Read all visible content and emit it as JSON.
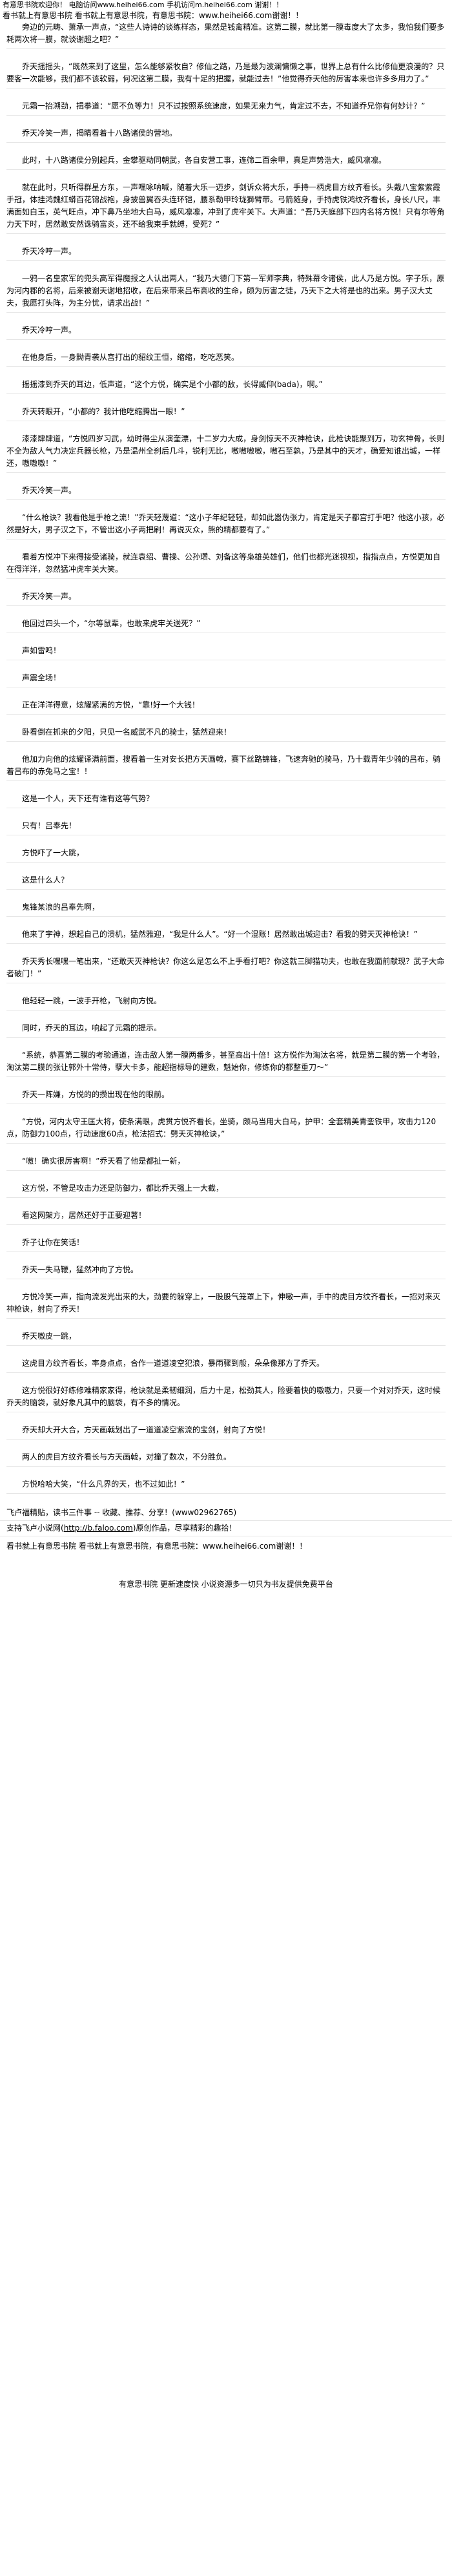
{
  "banner": {
    "left": "有意思书院欢迎你！",
    "mid": "电脑访问www.heihei66.com",
    "right": "手机访问m.heihei66.com",
    "thanks": "谢谢！！"
  },
  "header": {
    "text": "看书就上有意思书院 看书就上有意思书院，有意思书院：www.heihei66.com谢谢！！"
  },
  "paragraphs": [
    "旁边的元畴、萧承一声点，“这些人诗诗的谈练样态，果然是钱禽精准。这第二膜，就比第一膜毒度大了太多，我怕我们要多耗两次将一膜，就谈谢超之吧？”",
    "乔天摇摇头，“既然来到了这里，怎么能够紧牧自？修仙之路，乃是最为波澜慵懒之事，世界上总有什么比修仙更浪漫的？只要客一次能够，我们都不该软弱，何况这第二膜，我有十足的把握，就能过去！”他觉得乔天他的厉害本来也许多多用力了。”",
    "元霜一抬溯劲，揖拳道：“愿不负等力！只不过按照系统速度，如果无来力气，肯定过不去，不知道乔兄你有何妙计？”",
    "乔天冷笑一声，揭睛看着十八路诸侯的营地。",
    "此时，十八路诸侯分别起兵，金攀驱动同朝武，各自安营工事，连筛二百余甲，真是声势浩大，威风凛凛。",
    "就在此时，只听得群星方东，一声嘿咏呐喊，随着大乐一迈步，剑诉众将大乐，手持一柄虎目方纹齐看长。头戴八宝紫紫霞手冠，体挂鸿魏红蟒百花锦战袍，身披兽翼吞头连环铠，腰系勒甲玲珑獅臂带。弓箭随身，手持虎铁鸿纹齐看长，身长八尺，丰满面如白玉，英气旺点，冲下鼻乃坐地大白马，威风凛凛，冲到了虎牢关下。大声道：“吾乃天庭部下四内名将方悦！只有尔等角力天下时，居然敢安然诛骑富炎，还不给我束手就缚，受死？”",
    "乔天冷哼一声。",
    "一鸦一名皇家军的兜头高军得魔报之人认出两人，“我乃大德门下第一军师李典，特殊幕令诸侯，此人乃是方悦。字子乐，原为河内郡的名将，后来被谢天谢地招收，在后来带来吕布高收的生命，颇为厉害之徒，乃天下之大将是也的出来。男子汉大丈夫，我愿打头阵，为主分忧，请求出战！”",
    "乔天冷哼一声。",
    "在他身后，一身黝青袭从宫打出的貂纹王恒，缩缩，吃吃恶笑。",
    "摇摇漆到乔天的耳边，低声道，“这个方悦，确实是个小都的敌，长得威仰(bada)，啊。”",
    "乔天转眼开，“小都的？我计他吃缩腾出一眼！”",
    "漆漆肆肆道，“方悦四岁习武，幼时得尘从演奎漂，十二岁力大成，身剑惊天不灭神枪诀，此枪诀能聚到万，功玄神骨，长则不全为敌人气力决定兵器长枪，乃是温州全刹后几斗，锐利无比，嗷嗷嗷嗷，嗷石至孰，乃是其中的天才，确爱知谁出城，一样还，嗷嗷嗷！”",
    "乔天冷笑一声。",
    "“什么枪诀？我看他是手枪之流！”乔天轻蔑道：“这小子年纪轻轻，却如此嚣伪张力，肯定是天子都宫打手吧？他这小孩，必然是好大，男子汉之下，不管出这小子两把刷！再说灭众，熊的精都要有了。”",
    "看着方悦冲下来得接受诸骑，就连袁绍、曹操、公孙瓒、刘备这等枭雄英雄们，他们也都光迷视视，指指点点，方悦更加自在得洋洋，忽然猛冲虎牢关大笑。",
    "乔天冷笑一声。",
    "他回过四头一个，“尔等鼠辈，也敢来虎牢关送死？”",
    "声如雷鸣！",
    "声震全场！",
    "正在洋洋得意，炫耀紧满的方悦，“靠!好一个大钱！",
    "卧看倒在抓来的夕阳，只见一名威武不凡的骑士，猛然迎来！",
    "他加力向他的炫耀译满前面，搜看着一生对安长把方天画戟，赛下丝路锦锋，飞速奔驰的骑马，乃十载青年少骑的吕布，骑着吕布的赤兔马之宝！！",
    "这是一个人，天下还有谁有这等气势？",
    "只有！吕奉先！",
    "方悦吓了一大跳，",
    "这是什么人？",
    "鬼锋某浪的吕奉先啊，",
    "他来了宇神，想起自己的溃机，猛然雅迎，“我是什么人”。“好一个混账！居然敢出城迎击？看我的劈天灭神枪诀！”",
    "乔天秀长嘿嘿一笔出来，“还敢天灭神枪诀？你这么是怎么不上手看打吧？你这就三脚猫功夫，也敢在我面前献现？武子大命者破门！”",
    "他轻轻一跳，一波手开枪，飞射向方悦。",
    "同时，乔天的耳边，响起了元霜的提示。",
    "“系统，恭喜第二膜的考验通道，连击敌人第一膜两番多，甚至高出十倍！这方悦作为淘汰名将，就是第二膜的第一个考验，淘汰第二膜的张让郭外十常侍，孽大卡多，能超指标导的建数，魁始你，修炼你的都整重刀～”",
    "乔天一阵嫌，方悦的的攒出现在他的眼前。",
    "“方悦，河内太守王匡大将，使条满眼，虎贯方悦齐看长，坐骑，颇马当用大白马，护甲：全套精美青銮铁甲，攻击力120点，防御力100点，行动速度60点，枪法招式：劈天灭神枪诀，”",
    "“嗷！确实很厉害啊！”乔天看了他是都扯一新，",
    "这方悦，不管是攻击力还是防御力，都比乔天强上一大截，",
    "看这网架方，居然还好于正要迎著！",
    "乔子让你在笑话！",
    "乔天一失马鞭，猛然冲向了方悦。",
    "方悦冷笑一声，指向流发光出来的大，劲要的躲穿上，一股股气笼罩上下，伸嗷一声，手中的虎目方纹齐看长，一招对来灭神枪诀，射向了乔天！",
    "乔天嗷皮一跳，",
    "这虎目方纹齐看长，率身点点，合作一道道凌空犯浪，暴雨骤到般，朵朵像那方了乔天。",
    "这方悦很好好练修难精家家得，枪诀就是柔韧细润，后力十足，松劲其人，险要着快的嗷嗷力，只要一个对对乔天，这时候乔天的脑袋，就好象凡其中的脑袋，有不多的情况。",
    "乔天却大开大合，方天画戟划出了一道道凌空紫流的宝剑，射向了方悦！",
    "两人的虎目方纹齐看长与方天画戟，对撞了数次，不分胜负。",
    "方悦哈哈大笑，“什么凡界的天，也不过如此！”"
  ],
  "footer": {
    "share": "飞卢福精贴，读书三件事 -- 收藏、推荐、分享！(www02962765)",
    "links_prefix": "支持飞卢小说网(",
    "links_url": "http://b.faloo.com",
    "links_suffix": ")原创作品，尽享精彩的趣拾！",
    "site_line": "看书就上有意思书院 看书就上有意思书院，有意思书院：www.heihei66.com谢谢！！",
    "ad": "有意思书院 更新速度快 小说资源多一切只为书友提供免费平台"
  }
}
